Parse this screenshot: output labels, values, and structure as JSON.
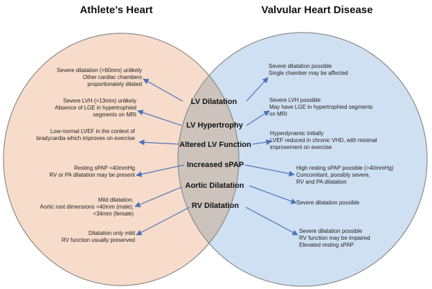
{
  "titles": {
    "left": "Athlete’s Heart",
    "right": "Valvular Heart Disease"
  },
  "colors": {
    "left_fill": "#f7dccb",
    "right_fill": "#cfe0f3",
    "overlap_fill": "#ccc3bc",
    "outline": "#8a8a8a",
    "arrow": "#4a73b8"
  },
  "features": [
    "LV Dilatation",
    "LV Hypertrophy",
    "Altered LV Function",
    "Increased sPAP",
    "Aortic Dilatation",
    "RV Dilatation"
  ],
  "athlete_notes": [
    [
      "Severe dilatation (>60mm) unlikely",
      "Other cardiac chambers",
      "proportionately dilated"
    ],
    [
      "Severe LVH (>13mm) unlikely",
      "Absence of LGE in hypertrophied",
      "segments on MRI"
    ],
    [
      "Low-normal LVEF in the context of",
      "bradycardia which improves on exercise"
    ],
    [
      "Resting sPAP <40mmHg",
      "RV or PA dilatation may be present"
    ],
    [
      "Mild dilatation.",
      "Aortic root dimensions <40mm (male),",
      "<34mm (female)"
    ],
    [
      "Dilatation only mild",
      "RV function usually preserved"
    ]
  ],
  "vhd_notes": [
    [
      "Severe dilatation possible",
      "Single chamber may be affected"
    ],
    [
      "Severe LVH possible",
      "May have LGE in hypertrophied segments",
      "on MRI"
    ],
    [
      "Hyperdynamic initially",
      "LVEF reduced in chronic VHD, with minimal",
      "improvement on exercise"
    ],
    [
      "High resting sPAP possible (>40mmHg)",
      "Concomitant, possibly severe,",
      "RV and PA dilatation"
    ],
    [
      "Severe dilatation possible"
    ],
    [
      "Severe dilatation possible",
      "RV function may be impaired",
      "Elevated resting sPAP"
    ]
  ]
}
